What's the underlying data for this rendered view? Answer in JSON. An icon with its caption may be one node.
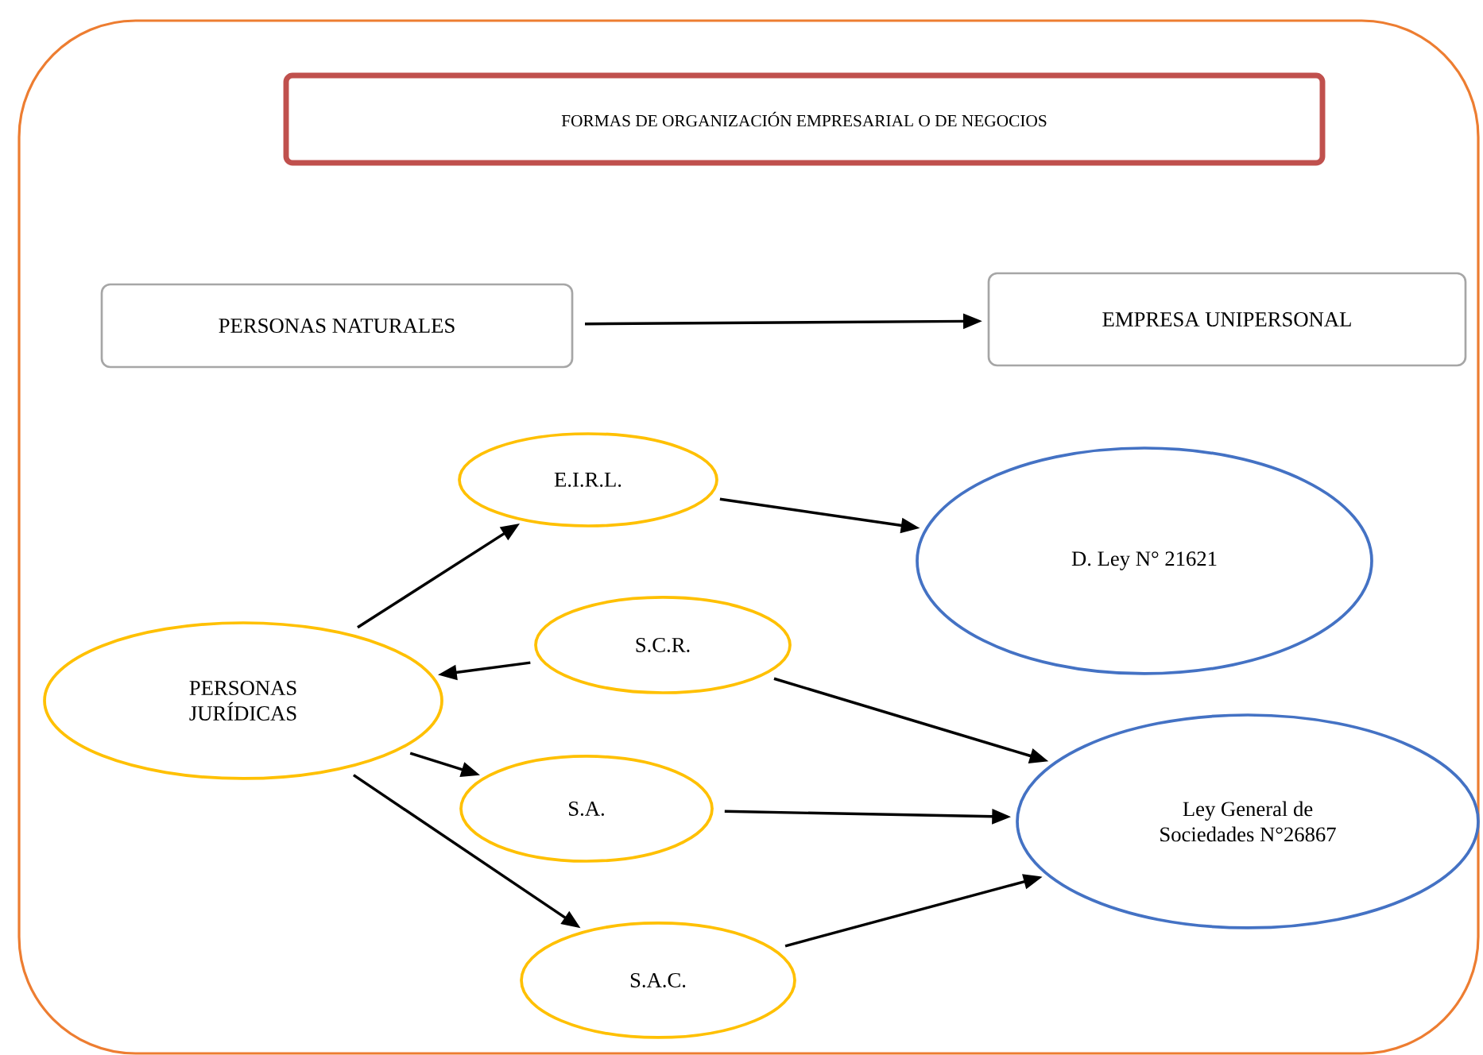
{
  "diagram": {
    "nodes": [
      {
        "text": [],
        "shape": "box"
      },
      {
        "text": [
          "FORMAS DE ORGANIZACIÓN EMPRESARIAL O DE NEGOCIOS"
        ],
        "in": 0
      },
      {
        "text": [
          "PERSONAS NATURALES"
        ],
        "in": 0
      },
      {
        "text": [
          "EMPRESA UNIPERSONAL"
        ],
        "in": 0
      },
      {
        "text": [
          "E.I.R.L."
        ],
        "in": 0
      },
      {
        "text": [
          "D. Ley N° 21621"
        ],
        "in": 0
      },
      {
        "text": [
          "S.C.R."
        ],
        "in": 0
      },
      {
        "text": [
          "PERSONAS JURÍDICAS"
        ],
        "in": 0
      },
      {
        "text": [
          "S.A."
        ],
        "in": 0
      },
      {
        "text": [
          "Ley General de Sociedades N°26867"
        ],
        "in": 0
      },
      {
        "text": [
          "S.A.C."
        ],
        "in": 0
      }
    ],
    "edges": [
      {
        "from": 2,
        "to": 3,
        "arrow": "to"
      },
      {
        "from": 7,
        "to": 4,
        "arrow": "to"
      },
      {
        "from": 4,
        "to": 5,
        "arrow": "to"
      },
      {
        "from": 6,
        "to": 7,
        "arrow": "to"
      },
      {
        "from": 6,
        "to": 9,
        "arrow": "to"
      },
      {
        "from": 7,
        "to": 8,
        "arrow": "to"
      },
      {
        "from": 8,
        "to": 9,
        "arrow": "to"
      },
      {
        "from": 7,
        "to": 10,
        "arrow": "to"
      },
      {
        "from": 10,
        "to": 9,
        "arrow": "to"
      }
    ]
  }
}
